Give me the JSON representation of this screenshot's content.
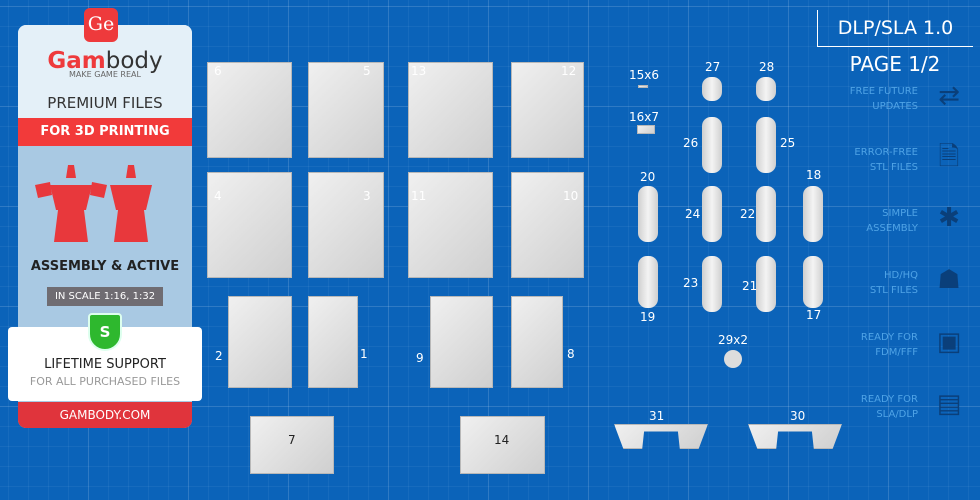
{
  "promo": {
    "logo": "Ge",
    "brand_a": "Gam",
    "brand_b": "body",
    "tagline": "MAKE GAME REAL",
    "premium": "PREMIUM FILES",
    "for3d": "FOR 3D PRINTING",
    "assembly": "ASSEMBLY & ACTIVE",
    "scale": "IN SCALE 1:16, 1:32",
    "shield": "S",
    "lifetime": "LIFETIME SUPPORT",
    "lifetime_sub": "FOR ALL PURCHASED FILES",
    "site": "GAMBODY.COM"
  },
  "header": {
    "version": "DLP/SLA 1.0",
    "page": "PAGE 1/2"
  },
  "features": [
    {
      "l1": "FREE FUTURE",
      "l2": "UPDATES",
      "icon": "updates-icon"
    },
    {
      "l1": "ERROR-FREE",
      "l2": "STL FILES",
      "icon": "file-check-icon"
    },
    {
      "l1": "SIMPLE",
      "l2": "ASSEMBLY",
      "icon": "puzzle-icon"
    },
    {
      "l1": "HD/HQ",
      "l2": "STL FILES",
      "icon": "bust-icon"
    },
    {
      "l1": "READY FOR",
      "l2": "FDM/FFF",
      "icon": "fdm-printer-icon"
    },
    {
      "l1": "READY FOR",
      "l2": "SLA/DLP",
      "icon": "sla-printer-icon"
    }
  ],
  "parts": [
    "6",
    "5",
    "13",
    "12",
    "4",
    "3",
    "11",
    "10",
    "2",
    "1",
    "9",
    "8",
    "7",
    "14",
    "15x6",
    "16x7",
    "27",
    "28",
    "26",
    "25",
    "20",
    "18",
    "24",
    "22",
    "23",
    "21",
    "19",
    "17",
    "29x2",
    "31",
    "30"
  ],
  "colors": {
    "bg": "#0b63b9",
    "red": "#f23a3a",
    "green": "#2eb82e"
  }
}
